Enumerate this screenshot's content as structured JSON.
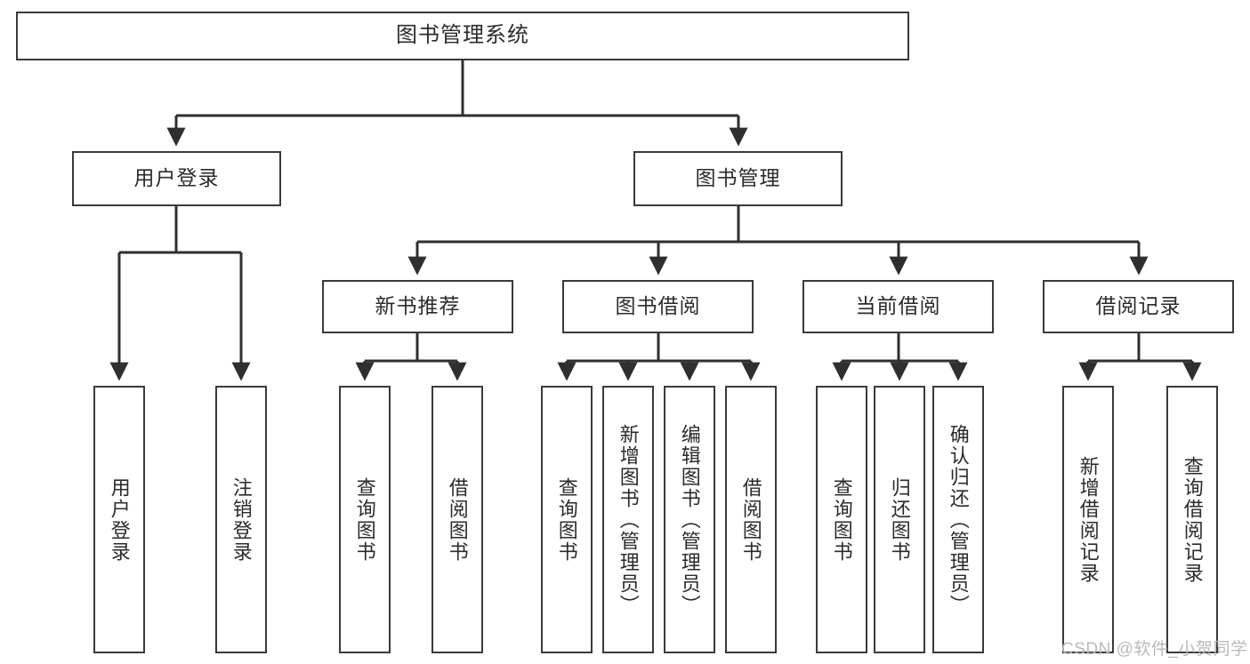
{
  "diagram": {
    "type": "tree",
    "title": "图书管理系统",
    "orientation": "top-down",
    "levels": 4,
    "colors": {
      "box_border": "#3a3a3a",
      "box_fill": "#ffffff",
      "edge": "#2f2f2f",
      "text": "#2b2b2b",
      "watermark": "#b9b9b9",
      "background": "#ffffff"
    },
    "root": {
      "label": "图书管理系统"
    },
    "level2": [
      {
        "id": "user-login",
        "label": "用户登录"
      },
      {
        "id": "book-manage",
        "label": "图书管理"
      }
    ],
    "level3": [
      {
        "id": "new-book-recommend",
        "label": "新书推荐"
      },
      {
        "id": "book-borrow",
        "label": "图书借阅"
      },
      {
        "id": "current-borrow",
        "label": "当前借阅"
      },
      {
        "id": "borrow-record",
        "label": "借阅记录"
      }
    ],
    "leaves": [
      {
        "id": "leaf-user-login",
        "label": "用户登录",
        "parent": "user-login"
      },
      {
        "id": "leaf-logout",
        "label": "注销登录",
        "parent": "user-login"
      },
      {
        "id": "leaf-query-book-1",
        "label": "查询图书",
        "parent": "new-book-recommend"
      },
      {
        "id": "leaf-borrow-book-1",
        "label": "借阅图书",
        "parent": "new-book-recommend"
      },
      {
        "id": "leaf-query-book-2",
        "label": "查询图书",
        "parent": "book-borrow"
      },
      {
        "id": "leaf-add-book",
        "label": "新增图书（管理员）",
        "parent": "book-borrow"
      },
      {
        "id": "leaf-edit-book",
        "label": "编辑图书（管理员）",
        "parent": "book-borrow"
      },
      {
        "id": "leaf-borrow-book-2",
        "label": "借阅图书",
        "parent": "book-borrow"
      },
      {
        "id": "leaf-query-book-3",
        "label": "查询图书",
        "parent": "current-borrow"
      },
      {
        "id": "leaf-return-book",
        "label": "归还图书",
        "parent": "current-borrow"
      },
      {
        "id": "leaf-confirm-return",
        "label": "确认归还（管理员）",
        "parent": "current-borrow"
      },
      {
        "id": "leaf-add-record",
        "label": "新增借阅记录",
        "parent": "borrow-record"
      },
      {
        "id": "leaf-query-record",
        "label": "查询借阅记录",
        "parent": "borrow-record"
      }
    ]
  },
  "watermark": {
    "text": "CSDN @软件_小贺同学"
  }
}
